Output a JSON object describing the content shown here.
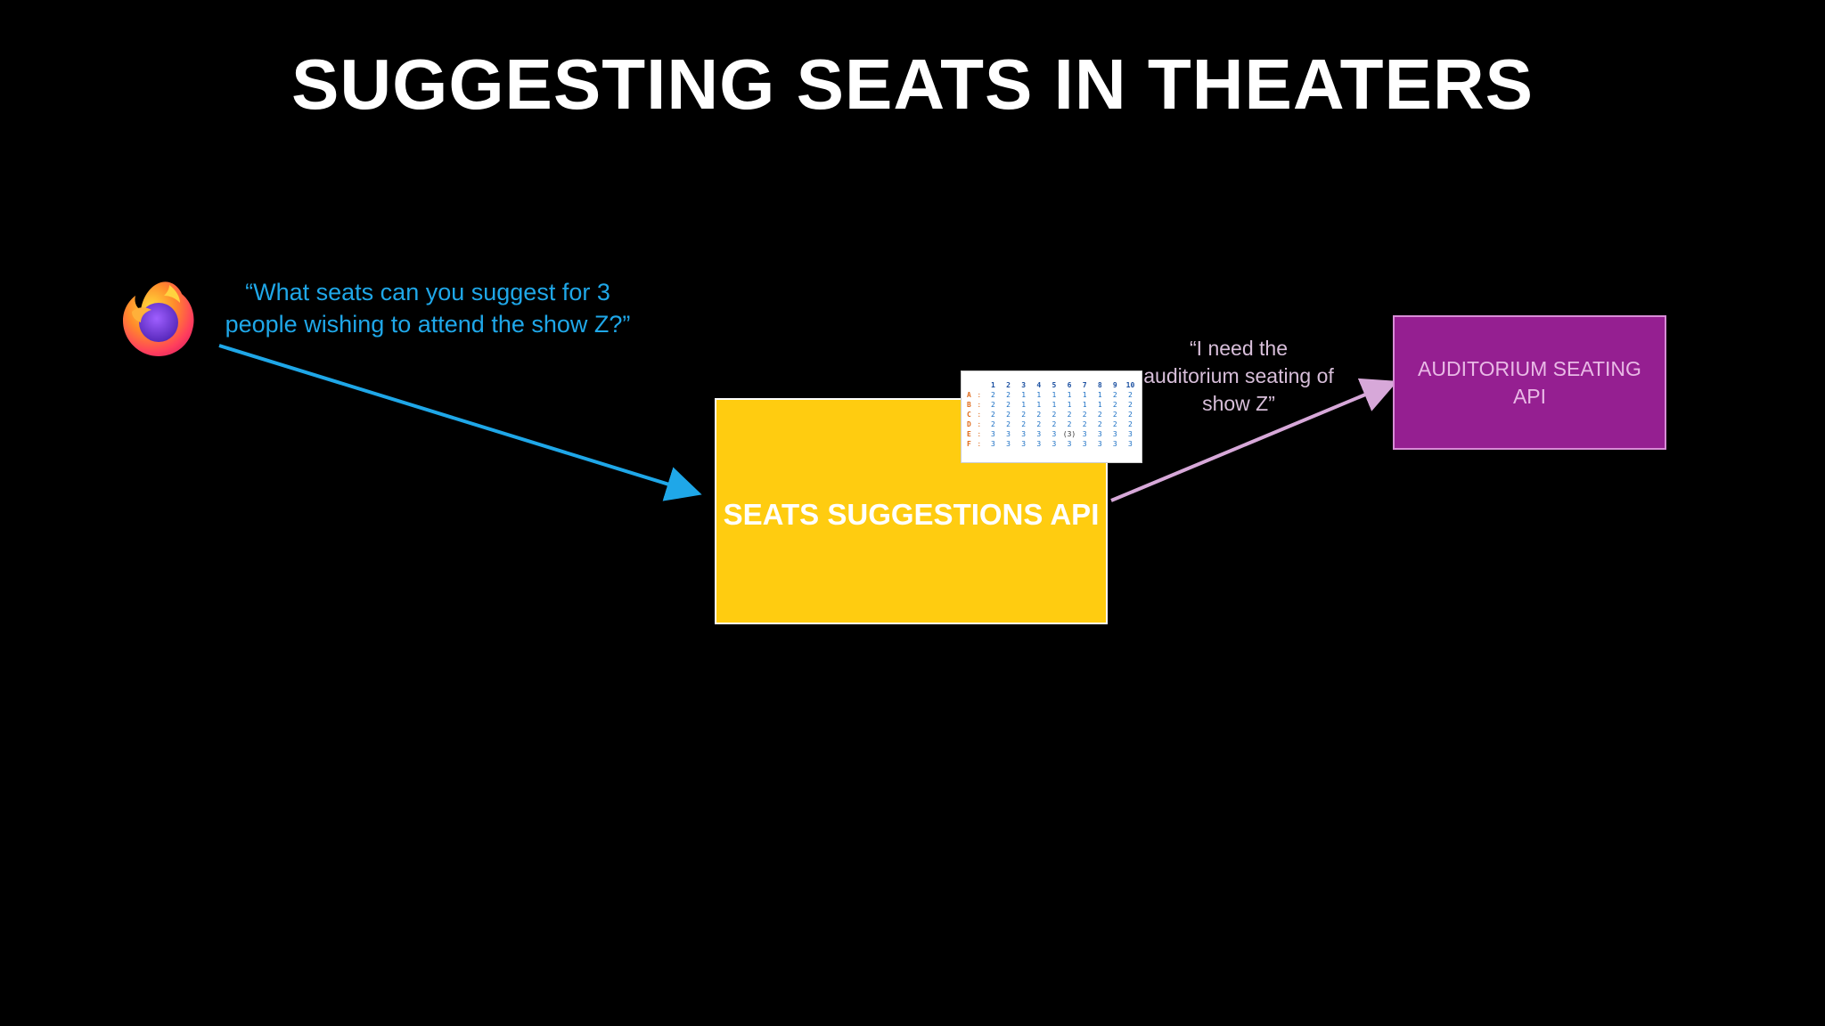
{
  "title": "SUGGESTING SEATS IN THEATERS",
  "client": {
    "icon": "firefox-browser-icon",
    "request_text": "“What seats can you suggest for 3 people wishing to attend the show Z?”",
    "arrow_color": "#1fa7e8"
  },
  "seats_api": {
    "label": "SEATS SUGGESTIONS API",
    "fill_color": "#ffcc10"
  },
  "seating_map": {
    "columns": [
      "1",
      "2",
      "3",
      "4",
      "5",
      "6",
      "7",
      "8",
      "9",
      "10"
    ],
    "rows": [
      {
        "label": "A",
        "cells": [
          "2",
          "2",
          "1",
          "1",
          "1",
          "1",
          "1",
          "1",
          "2",
          "2"
        ]
      },
      {
        "label": "B",
        "cells": [
          "2",
          "2",
          "1",
          "1",
          "1",
          "1",
          "1",
          "1",
          "2",
          "2"
        ]
      },
      {
        "label": "C",
        "cells": [
          "2",
          "2",
          "2",
          "2",
          "2",
          "2",
          "2",
          "2",
          "2",
          "2"
        ]
      },
      {
        "label": "D",
        "cells": [
          "2",
          "2",
          "2",
          "2",
          "2",
          "2",
          "2",
          "2",
          "2",
          "2"
        ]
      },
      {
        "label": "E",
        "cells": [
          "3",
          "3",
          "3",
          "3",
          "3",
          "(3)",
          "3",
          "3",
          "3",
          "3"
        ]
      },
      {
        "label": "F",
        "cells": [
          "3",
          "3",
          "3",
          "3",
          "3",
          "3",
          "3",
          "3",
          "3",
          "3"
        ]
      }
    ]
  },
  "seating_request": {
    "text": "“I need the auditorium seating of show Z”",
    "arrow_color": "#d7a8d9"
  },
  "auditorium_api": {
    "label": "AUDITORIUM SEATING API",
    "fill_color": "#951f91"
  }
}
